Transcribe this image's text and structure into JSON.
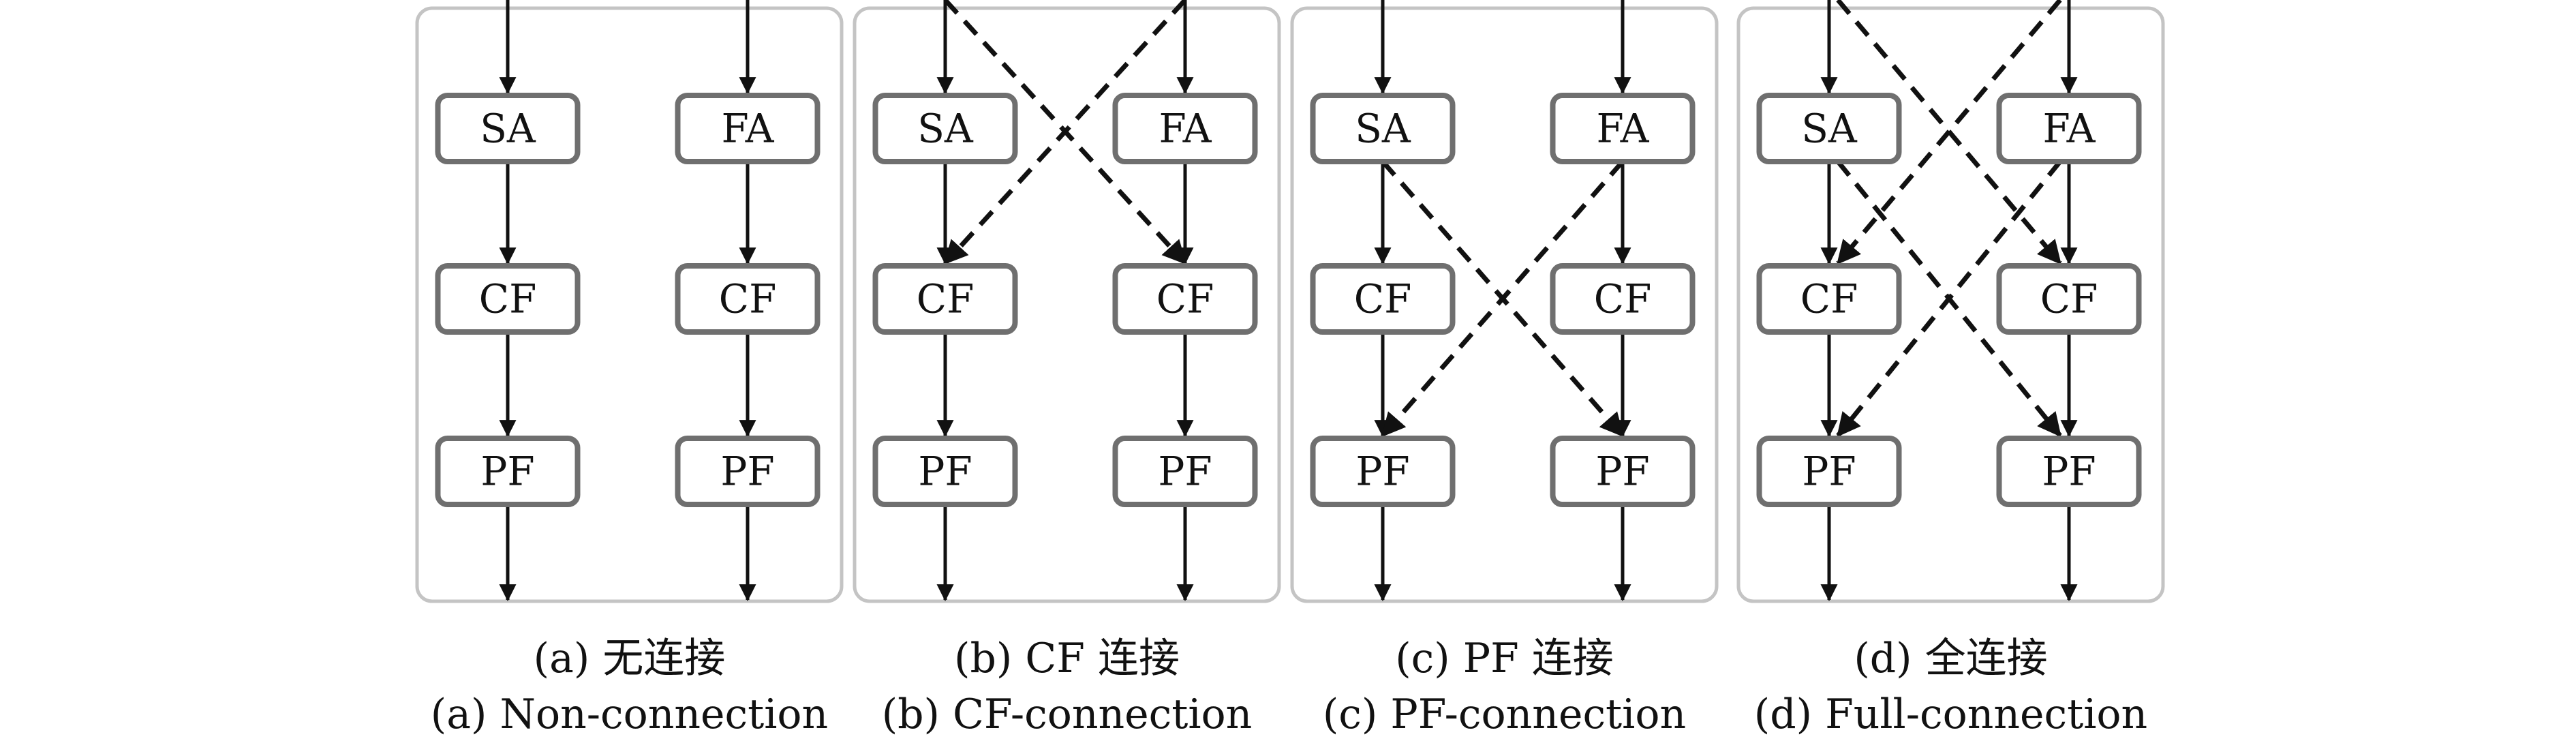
{
  "panels": [
    {
      "top_row": [
        "SA",
        "FA"
      ],
      "middle_row": [
        "CF",
        "CF"
      ],
      "bottom_row": [
        "PF",
        "PF"
      ],
      "caption_line1": "(a) 无连接",
      "caption_line2": "(a) Non-connection",
      "cross_connection": "none"
    },
    {
      "top_row": [
        "SA",
        "FA"
      ],
      "middle_row": [
        "CF",
        "CF"
      ],
      "bottom_row": [
        "PF",
        "PF"
      ],
      "caption_line1": "(b) CF 连接",
      "caption_line2": "(b) CF-connection",
      "cross_connection": "CF"
    },
    {
      "top_row": [
        "SA",
        "FA"
      ],
      "middle_row": [
        "CF",
        "CF"
      ],
      "bottom_row": [
        "PF",
        "PF"
      ],
      "caption_line1": "(c) PF 连接",
      "caption_line2": "(c) PF-connection",
      "cross_connection": "PF"
    },
    {
      "top_row": [
        "SA",
        "FA"
      ],
      "middle_row": [
        "CF",
        "CF"
      ],
      "bottom_row": [
        "PF",
        "PF"
      ],
      "caption_line1": "(d) 全连接",
      "caption_line2": "(d) Full-connection",
      "cross_connection": "full"
    }
  ],
  "colors": {
    "frame": "#c4c4c4",
    "node_border": "#6f6f6f",
    "edge": "#111111"
  }
}
